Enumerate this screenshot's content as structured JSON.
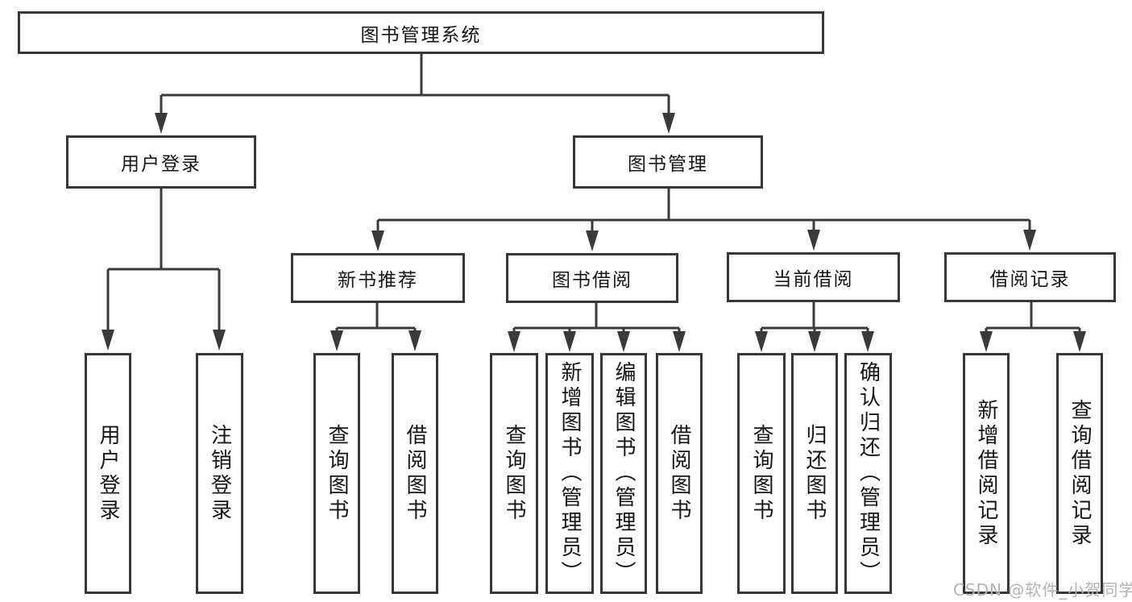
{
  "colors": {
    "line": "#3a3a3a",
    "box_border": "#373737",
    "text": "#151515",
    "background": "#ffffff",
    "watermark": "#b3b3b3"
  },
  "watermark": "CSDN @软件_小贺同学",
  "tree": {
    "root": {
      "label": "图书管理系统"
    },
    "level2": [
      {
        "label": "用户登录",
        "parent": "图书管理系统"
      },
      {
        "label": "图书管理",
        "parent": "图书管理系统"
      }
    ],
    "level3": [
      {
        "label": "新书推荐",
        "parent": "图书管理"
      },
      {
        "label": "图书借阅",
        "parent": "图书管理"
      },
      {
        "label": "当前借阅",
        "parent": "图书管理"
      },
      {
        "label": "借阅记录",
        "parent": "图书管理"
      }
    ],
    "leaves": [
      {
        "label": "用户登录",
        "parent": "用户登录"
      },
      {
        "label": "注销登录",
        "parent": "用户登录"
      },
      {
        "label": "查询图书",
        "parent": "新书推荐"
      },
      {
        "label": "借阅图书",
        "parent": "新书推荐"
      },
      {
        "label": "查询图书",
        "parent": "图书借阅"
      },
      {
        "label": "新增图书（管理员）",
        "parent": "图书借阅"
      },
      {
        "label": "编辑图书（管理员）",
        "parent": "图书借阅"
      },
      {
        "label": "借阅图书",
        "parent": "图书借阅"
      },
      {
        "label": "查询图书",
        "parent": "当前借阅"
      },
      {
        "label": "归还图书",
        "parent": "当前借阅"
      },
      {
        "label": "确认归还（管理员）",
        "parent": "当前借阅"
      },
      {
        "label": "新增借阅记录",
        "parent": "借阅记录"
      },
      {
        "label": "查询借阅记录",
        "parent": "借阅记录"
      }
    ]
  }
}
